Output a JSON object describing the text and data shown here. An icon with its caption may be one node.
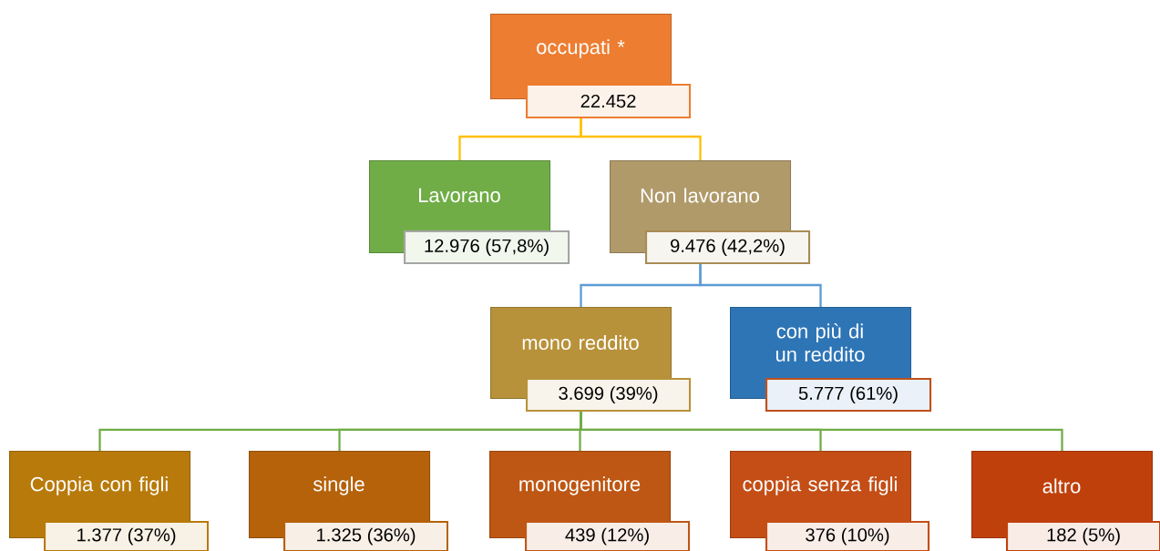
{
  "diagram": {
    "nodes": [
      {
        "text": [
          "occupati *",
          "22.452"
        ]
      },
      {
        "text": [
          "Lavorano",
          "12.976 (57,8%)"
        ]
      },
      {
        "text": [
          "Non lavorano",
          "9.476 (42,2%)"
        ]
      },
      {
        "text": [
          "mono reddito",
          "3.699 (39%)"
        ]
      },
      {
        "text": [
          "con più di un reddito",
          "5.777 (61%)"
        ]
      },
      {
        "text": [
          "Coppia con figli",
          "1.377 (37%)"
        ]
      },
      {
        "text": [
          "single",
          "1.325 (36%)"
        ]
      },
      {
        "text": [
          "monogenitore",
          "439 (12%)"
        ]
      },
      {
        "text": [
          "coppia senza figli",
          "376 (10%)"
        ]
      },
      {
        "text": [
          "altro",
          "182 (5%)"
        ]
      }
    ],
    "edges": [
      {
        "from": 0,
        "to": 1,
        "arrow": "none",
        "color": "#ffc000"
      },
      {
        "from": 0,
        "to": 2,
        "arrow": "none",
        "color": "#ffc000"
      },
      {
        "from": 2,
        "to": 3,
        "arrow": "none",
        "color": "#5b9bd5"
      },
      {
        "from": 2,
        "to": 4,
        "arrow": "none",
        "color": "#5b9bd5"
      },
      {
        "from": 3,
        "to": 5,
        "arrow": "none"
      },
      {
        "from": 3,
        "to": 6,
        "arrow": "none"
      },
      {
        "from": 3,
        "to": 7,
        "arrow": "none"
      },
      {
        "from": 3,
        "to": 8,
        "arrow": "none"
      },
      {
        "from": 3,
        "to": 9,
        "arrow": "none"
      }
    ]
  }
}
